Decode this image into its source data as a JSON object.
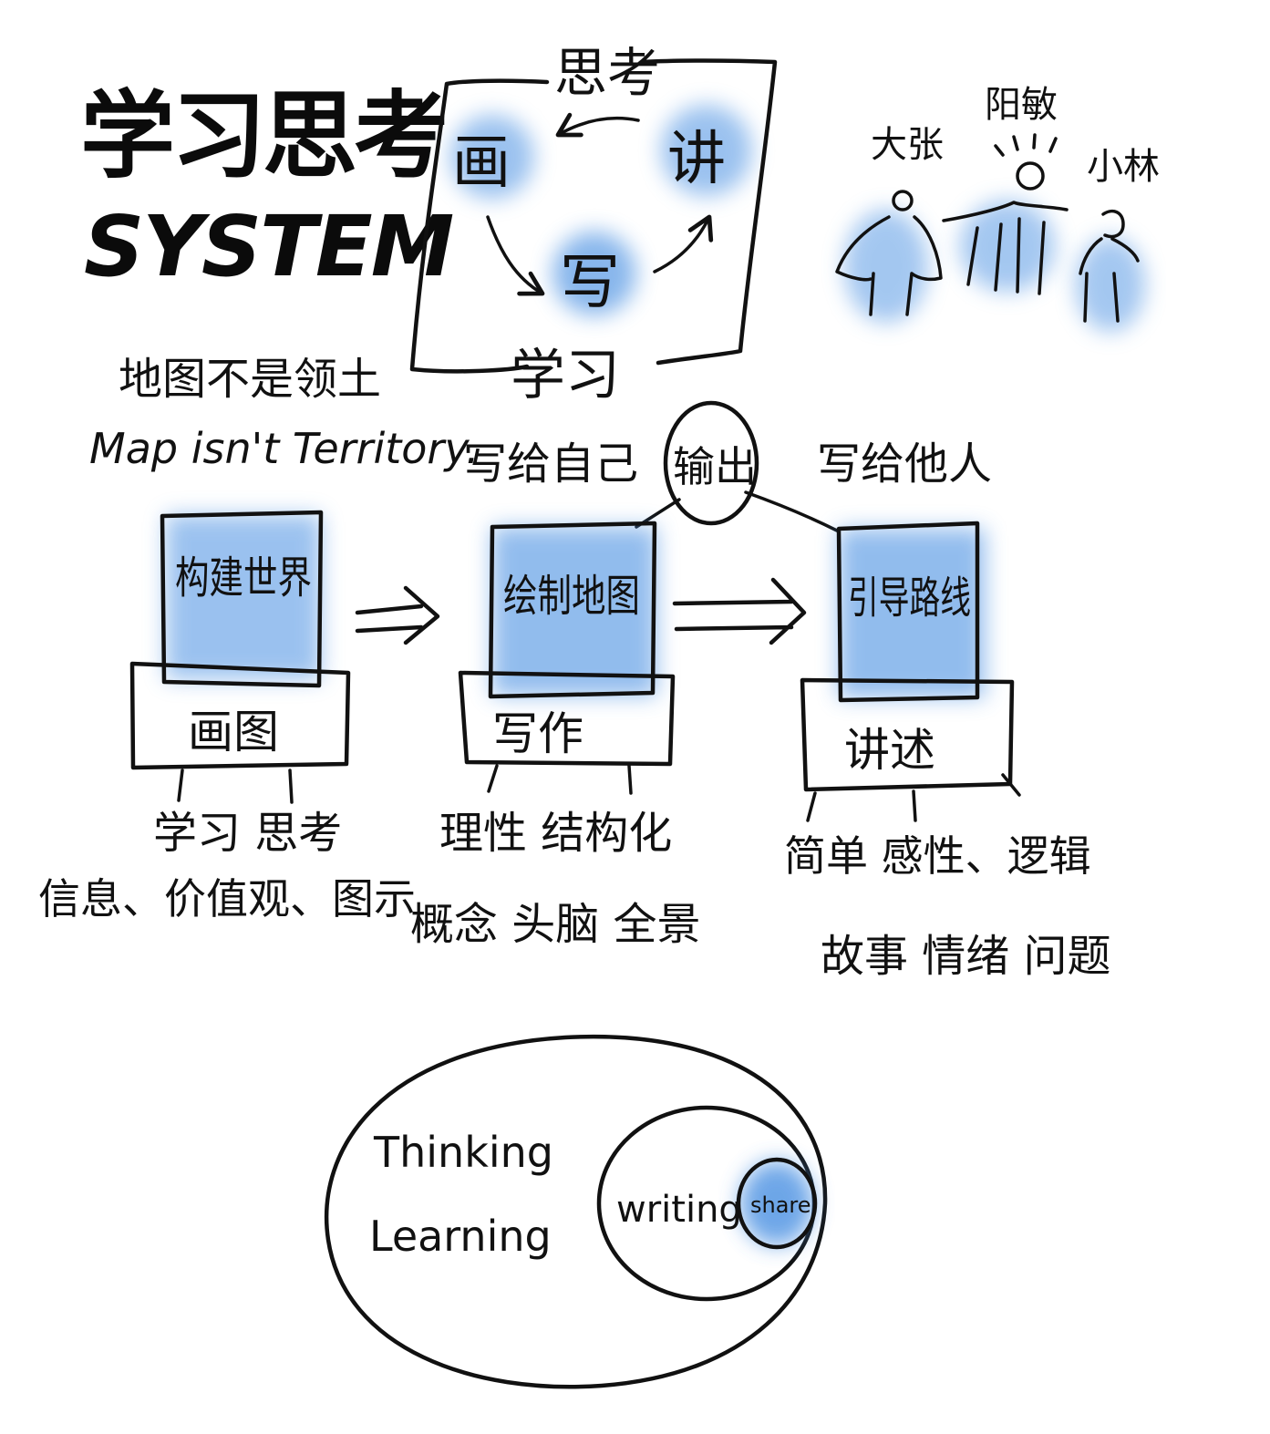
{
  "title": {
    "chinese": "学习思考",
    "english": "SYSTEM"
  },
  "cycle": {
    "top": "思考",
    "left": "画",
    "right": "讲",
    "bottom_node": "写",
    "bottom_label": "学习"
  },
  "figures": {
    "left": "大张",
    "middle": "阳敏",
    "right": "小林"
  },
  "map_note": {
    "chinese": "地图不是领土",
    "english": "Map isn't Territory."
  },
  "bridge": {
    "center": "输出",
    "left": "写给自己",
    "right": "写给他人"
  },
  "steps": [
    {
      "top": "构建世界",
      "base": "画图",
      "below": [
        "学习 思考",
        "信息、价值观、图示"
      ]
    },
    {
      "top": "绘制地图",
      "base": "写作",
      "below": [
        "理性 结构化",
        "概念 头脑 全景"
      ]
    },
    {
      "top": "引导路线",
      "base": "讲述",
      "below": [
        "简单 感性、逻辑",
        "故事 情绪 问题"
      ]
    }
  ],
  "circles": {
    "outer": [
      "Thinking",
      "Learning"
    ],
    "middle": "writing",
    "inner": "share"
  },
  "colors": {
    "ink": "#111111",
    "wash": "#4a90e2"
  }
}
